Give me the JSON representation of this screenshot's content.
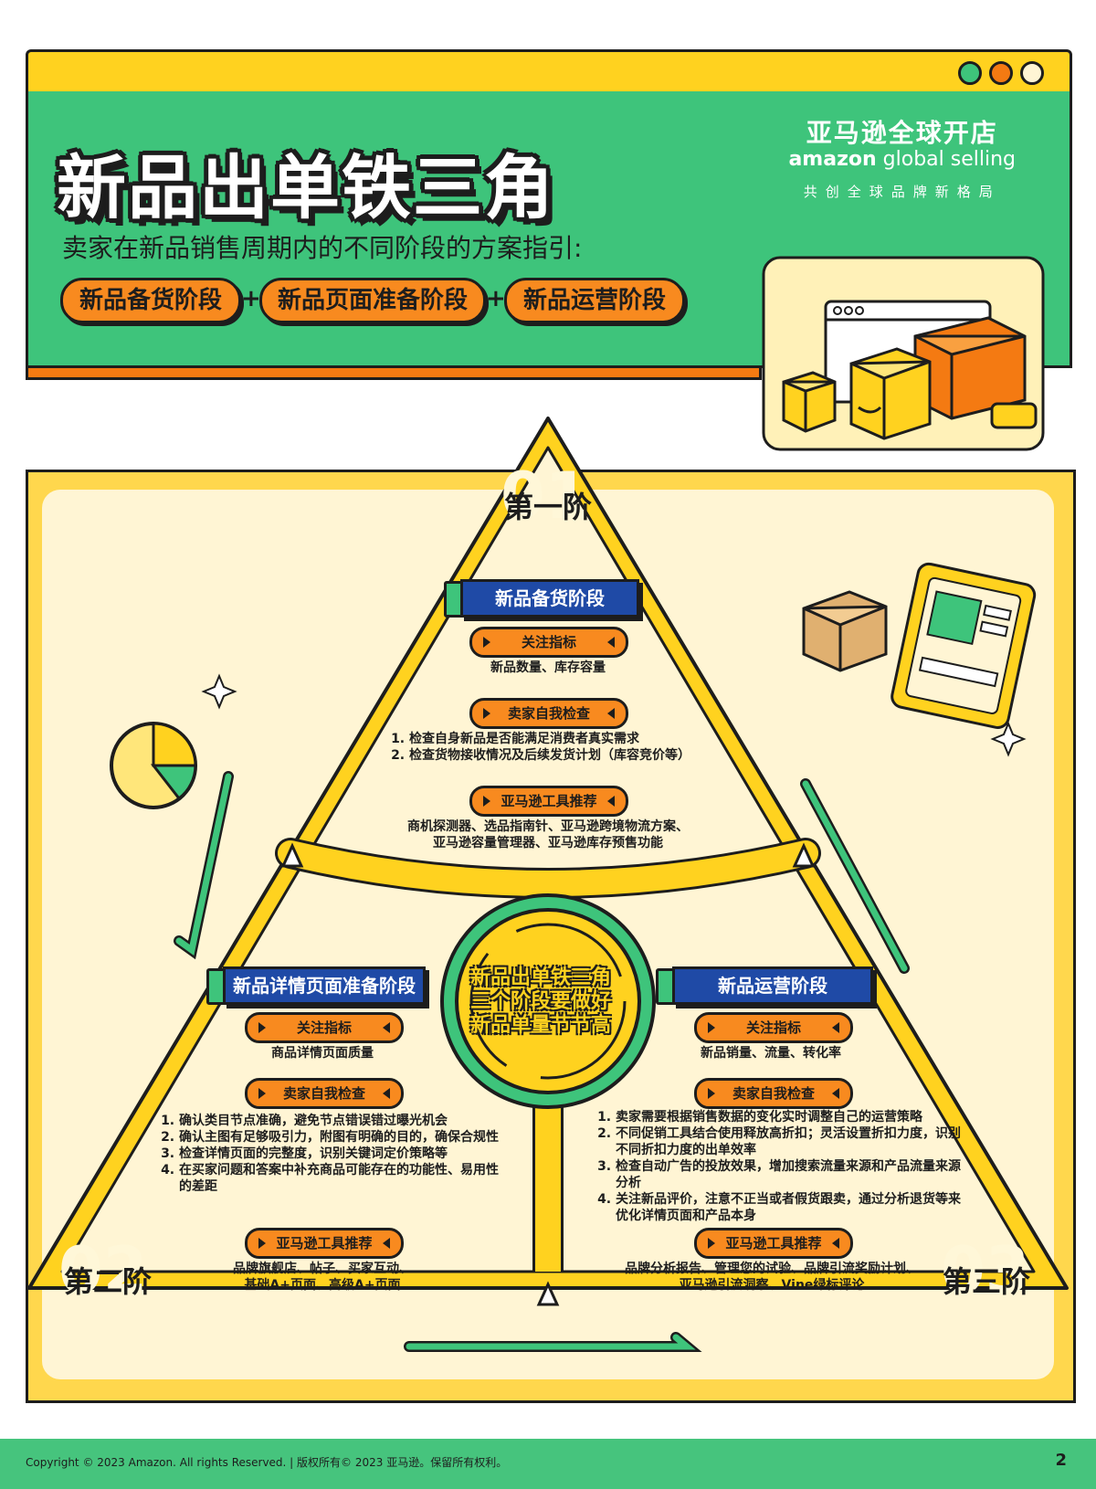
{
  "header": {
    "title": "新品出单铁三角",
    "subtitle": "卖家在新品销售周期内的不同阶段的方案指引:",
    "stages": [
      "新品备货阶段",
      "新品页面准备阶段",
      "新品运营阶段"
    ],
    "plus": "+",
    "window_dot_colors": [
      "#3ec47b",
      "#f47a12",
      "#fff5d4"
    ]
  },
  "brand": {
    "cn_name": "亚马逊全球开店",
    "en_amazon": "amazon",
    "en_rest": "global selling",
    "slogan": "共创全球品牌新格局"
  },
  "center": {
    "text": "新品出单铁三角三个阶段要做好新品单量节节高"
  },
  "phase1": {
    "label": "第一阶",
    "number": "01",
    "heading": "新品备货阶段",
    "focus_label": "关注指标",
    "focus_text": "新品数量、库存容量",
    "check_label": "卖家自我检查",
    "checks": [
      "检查自身新品是否能满足消费者真实需求",
      "检查货物接收情况及后续发货计划（库容竞价等）"
    ],
    "tools_label": "亚马逊工具推荐",
    "tools_line1": "商机探测器、选品指南针、亚马逊跨境物流方案、",
    "tools_line2": "亚马逊容量管理器、亚马逊库存预售功能"
  },
  "phase2": {
    "label": "第二阶",
    "number": "02",
    "heading": "新品详情页面准备阶段",
    "focus_label": "关注指标",
    "focus_text": "商品详情页面质量",
    "check_label": "卖家自我检查",
    "checks": [
      "确认类目节点准确，避免节点错误错过曝光机会",
      "确认主图有足够吸引力，附图有明确的目的，确保合规性",
      "检查详情页面的完整度，识别关键词定价策略等",
      "在买家问题和答案中补充商品可能存在的功能性、易用性的差距"
    ],
    "tools_label": "亚马逊工具推荐",
    "tools_line1": "品牌旗舰店、帖子、买家互动、",
    "tools_line2": "基础A+页面、高级A+页面"
  },
  "phase3": {
    "label": "第三阶",
    "number": "03",
    "heading": "新品运营阶段",
    "focus_label": "关注指标",
    "focus_text": "新品销量、流量、转化率",
    "check_label": "卖家自我检查",
    "checks": [
      "卖家需要根据销售数据的变化实时调整自己的运营策略",
      "不同促销工具结合使用释放高折扣；灵活设置折扣力度，识别不同折扣力度的出单效率",
      "检查自动广告的投放效果，增加搜索流量来源和产品流量来源分析",
      "关注新品评价，注意不正当或者假货跟卖，通过分析退货等来优化详情页面和产品本身"
    ],
    "tools_label": "亚马逊工具推荐",
    "tools_line1": "品牌分析报告、管理您的试验、品牌引流奖励计划、",
    "tools_line2": "亚马逊引流洞察、Vine绿标评论"
  },
  "footer": {
    "copyright": "Copyright © 2023 Amazon. All rights Reserved. | 版权所有© 2023 亚马逊。保留所有权利。",
    "page": "2"
  }
}
